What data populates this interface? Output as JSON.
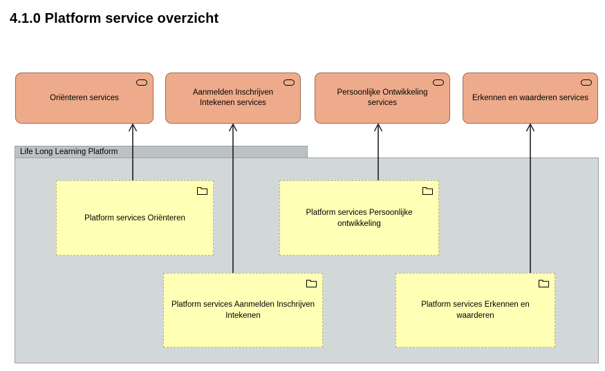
{
  "page": {
    "title": "4.1.0 Platform service overzicht"
  },
  "diagram": {
    "type": "archimate-view",
    "services": [
      {
        "id": "svc-orienteren",
        "label": "Oriënteren services",
        "icon": "application-service-icon",
        "color": "#eeab8b"
      },
      {
        "id": "svc-aanmelden",
        "label": "Aanmelden Inschrijven Intekenen services",
        "icon": "application-service-icon",
        "color": "#eeab8b"
      },
      {
        "id": "svc-persoonlijke",
        "label": "Persoonlijke Ontwikkeling services",
        "icon": "application-service-icon",
        "color": "#eeab8b"
      },
      {
        "id": "svc-erkennen",
        "label": "Erkennen en waarderen services",
        "icon": "application-service-icon",
        "color": "#eeab8b"
      }
    ],
    "container": {
      "id": "life-long-learning-platform",
      "label": "Life Long Learning Platform",
      "color": "#d2d7d8",
      "tab_color": "#bcc2c4"
    },
    "groupings": [
      {
        "id": "grp-orienteren",
        "label": "Platform services Oriënteren",
        "icon": "grouping-folder-icon",
        "color": "#ffffb5"
      },
      {
        "id": "grp-persoonlijke",
        "label": "Platform services Persoonlijke ontwikkeling",
        "icon": "grouping-folder-icon",
        "color": "#ffffb5"
      },
      {
        "id": "grp-aanmelden",
        "label": "Platform services Aanmelden Inschrijven Intekenen",
        "icon": "grouping-folder-icon",
        "color": "#ffffb5"
      },
      {
        "id": "grp-erkennen",
        "label": "Platform services Erkennen en waarderen",
        "icon": "grouping-folder-icon",
        "color": "#ffffb5"
      }
    ],
    "connections": [
      {
        "id": "conn-orienteren",
        "from": "grp-orienteren",
        "to": "svc-orienteren",
        "style": "serving-arrow"
      },
      {
        "id": "conn-aanmelden",
        "from": "grp-aanmelden",
        "to": "svc-aanmelden",
        "style": "serving-arrow"
      },
      {
        "id": "conn-persoonlijke",
        "from": "grp-persoonlijke",
        "to": "svc-persoonlijke",
        "style": "serving-arrow"
      },
      {
        "id": "conn-erkennen",
        "from": "grp-erkennen",
        "to": "svc-erkennen",
        "style": "serving-arrow"
      }
    ]
  }
}
